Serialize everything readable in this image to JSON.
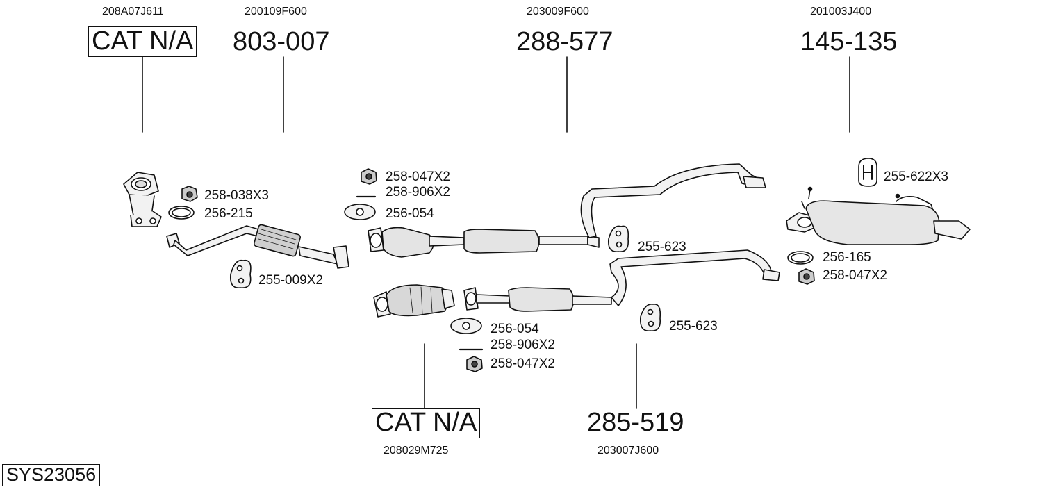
{
  "system_id": "SYS23056",
  "main_parts": [
    {
      "oem": "208A07J611",
      "label": "CAT N/A"
    },
    {
      "oem": "200109F600",
      "label": "803-007"
    },
    {
      "oem": "203009F600",
      "label": "288-577"
    },
    {
      "oem": "201003J400",
      "label": "145-135"
    },
    {
      "oem": "208029M725",
      "label": "CAT N/A"
    },
    {
      "oem": "203007J600",
      "label": "285-519"
    }
  ],
  "accessories": [
    {
      "label": "258-038X3"
    },
    {
      "label": "256-215"
    },
    {
      "label": "255-009X2"
    },
    {
      "label": "258-047X2"
    },
    {
      "label": "258-906X2"
    },
    {
      "label": "256-054"
    },
    {
      "label": "255-623"
    },
    {
      "label": "256-054"
    },
    {
      "label": "258-906X2"
    },
    {
      "label": "258-047X2"
    },
    {
      "label": "255-623"
    },
    {
      "label": "255-622X3"
    },
    {
      "label": "256-165"
    },
    {
      "label": "258-047X2"
    }
  ],
  "icons": [
    "nut-icon",
    "gasket-icon",
    "hanger-icon",
    "bolt-icon",
    "flange-gasket-icon",
    "h-clamp-icon"
  ]
}
